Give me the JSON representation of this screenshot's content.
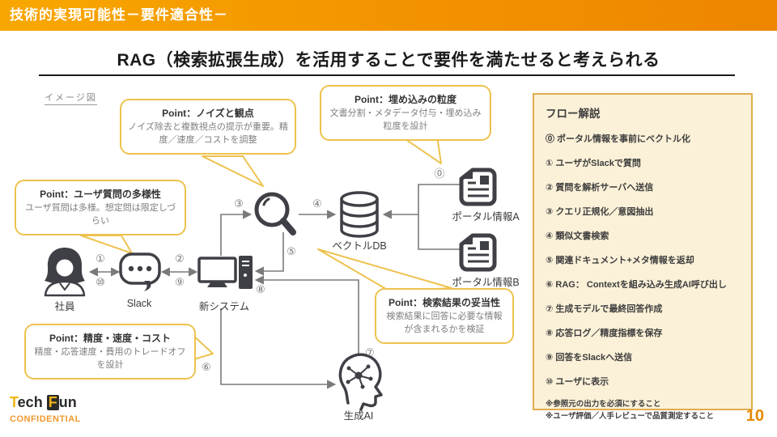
{
  "header": {
    "title": "技術的実現可能性－要件適合性－"
  },
  "slide": {
    "title": "RAG（検索拡張生成）を活用することで要件を満たせると考えられる",
    "image_caption": "イメージ図"
  },
  "flow_panel": {
    "title": "フロー解説",
    "items": [
      "⓪ ポータル情報を事前にベクトル化",
      "① ユーザがSlackで質問",
      "② 質問を解析サーバへ送信",
      "③ クエリ正規化／意図抽出",
      "④ 類似文書検索",
      "⑤ 関連ドキュメント+メタ情報を返却",
      "⑥ RAG： Contextを組み込み生成AI呼び出し",
      "⑦ 生成モデルで最終回答作成",
      "⑧ 応答ログ／精度指標を保存",
      "⑨ 回答をSlackへ送信",
      "⑩ ユーザに表示"
    ],
    "notes": [
      "※参照元の出力を必須にすること",
      "※ユーザ評価／人手レビューで品質測定すること"
    ]
  },
  "callouts": {
    "diversity": {
      "title": "Point：ユーザ質問の多様性",
      "body": "ユーザ質問は多様。想定問は限定しづらい"
    },
    "noise": {
      "title": "Point：ノイズと観点",
      "body": "ノイズ除去と複数視点の提示が重要。精度／速度／コストを調整"
    },
    "embedding": {
      "title": "Point：埋め込みの粒度",
      "body": "文書分割・メタデータ付与・埋め込み粒度を設計"
    },
    "cost": {
      "title": "Point：精度・速度・コスト",
      "body": "精度・応答速度・費用のトレードオフを設計"
    },
    "validity": {
      "title": "Point：検索結果の妥当性",
      "body": "検索結果に回答に必要な情報が含まれるかを検証"
    }
  },
  "diagram": {
    "nodes": {
      "employee": "社員",
      "slack": "Slack",
      "new_system": "新システム",
      "vector_db": "ベクトルDB",
      "portal_a": "ポータル情報A",
      "portal_b": "ポータル情報B",
      "gen_ai": "生成AI"
    },
    "steps": [
      "⓪",
      "①",
      "②",
      "③",
      "④",
      "⑤",
      "⑥",
      "⑦",
      "⑧",
      "⑨",
      "⑩"
    ]
  },
  "footer": {
    "logo_t": "T",
    "logo_ech": "ech",
    "logo_f": "F",
    "logo_un": "un",
    "confidential": "CONFIDENTIAL",
    "page_number": "10"
  },
  "colors": {
    "accent_orange": "#F29200",
    "callout_gold": "#EDC24F",
    "panel_bg": "#FBF1D8",
    "panel_border": "#E2AC4E",
    "icon_dark": "#3F3F46",
    "arrow_gray": "#7A7A7A",
    "page_number_orange": "#E78A00"
  }
}
